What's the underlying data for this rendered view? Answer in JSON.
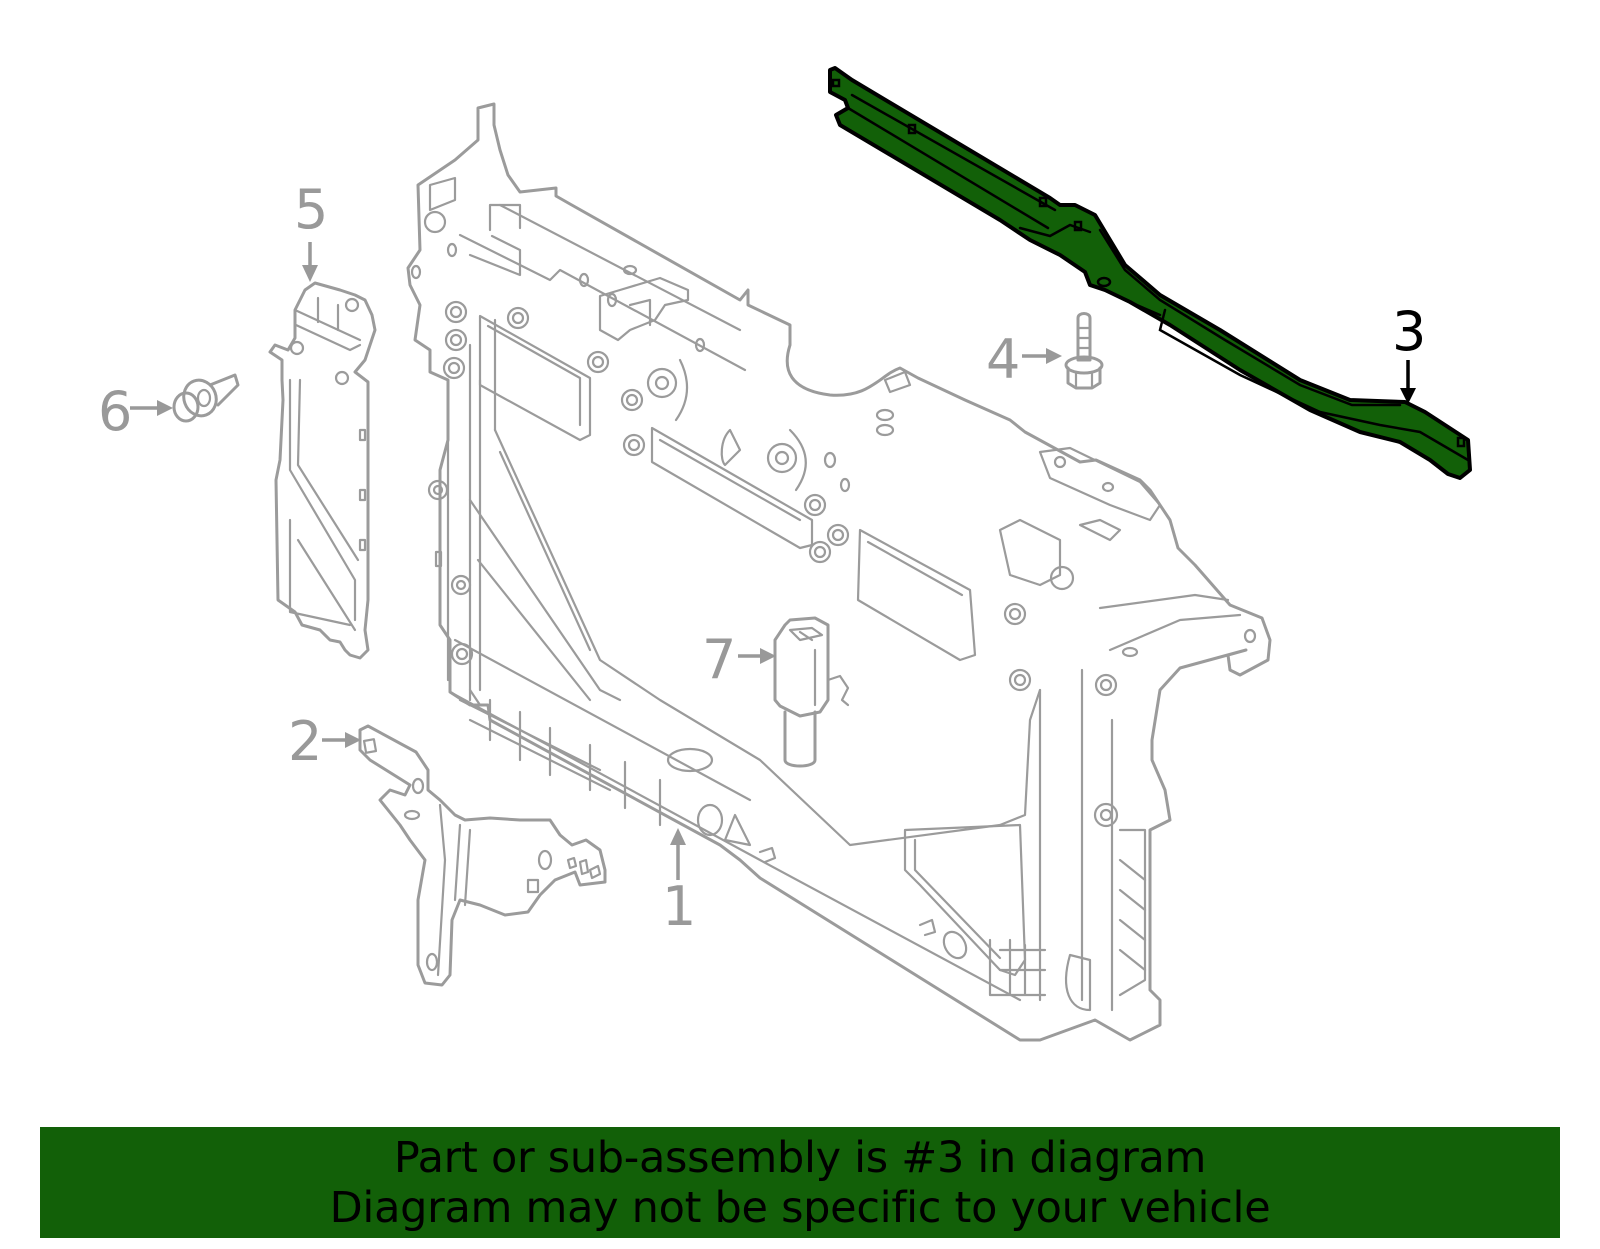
{
  "diagram": {
    "highlighted_part": "3",
    "highlight_color": "#126008",
    "line_color": "#9b9b9b",
    "callouts": [
      {
        "id": "1",
        "label": "1",
        "part": "radiator-support-frame"
      },
      {
        "id": "2",
        "label": "2",
        "part": "side-bracket"
      },
      {
        "id": "3",
        "label": "3",
        "part": "upper-tie-bar",
        "highlighted": true
      },
      {
        "id": "4",
        "label": "4",
        "part": "flange-bolt"
      },
      {
        "id": "5",
        "label": "5",
        "part": "side-deflector-panel"
      },
      {
        "id": "6",
        "label": "6",
        "part": "push-pin-clip"
      },
      {
        "id": "7",
        "label": "7",
        "part": "sensor-connector"
      }
    ]
  },
  "banner": {
    "background": "#126008",
    "line1": "Part or sub-assembly is #3 in diagram",
    "line2": "Diagram may not be specific to your vehicle"
  }
}
